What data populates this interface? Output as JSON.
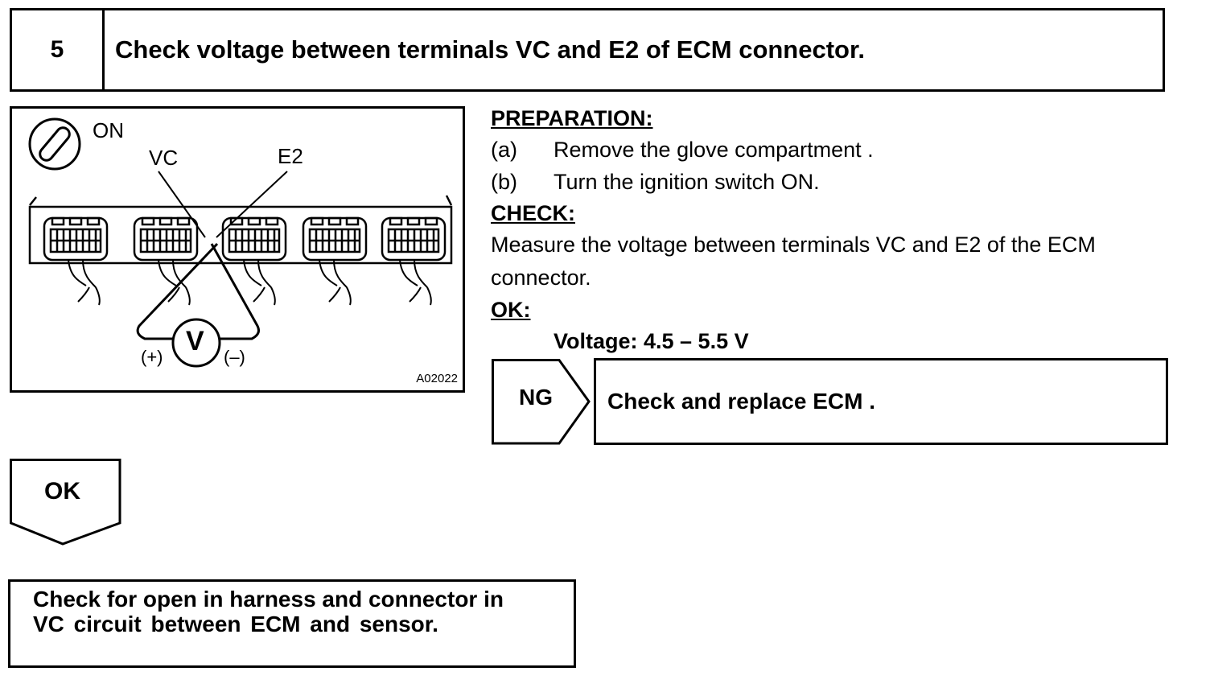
{
  "header": {
    "step_number": "5",
    "title": "Check voltage between terminals VC and E2 of ECM connector."
  },
  "diagram": {
    "ignition_label": "ON",
    "terminal_vc": "VC",
    "terminal_e2": "E2",
    "meter_symbol": "V",
    "positive_label": "(+)",
    "negative_label": "(–)",
    "figure_id": "A02022"
  },
  "procedure": {
    "preparation_heading": "PREPARATION:",
    "steps": [
      {
        "letter": "(a)",
        "text": "Remove the glove compartment ."
      },
      {
        "letter": "(b)",
        "text": "Turn the ignition switch ON."
      }
    ],
    "check_heading": "CHECK:",
    "check_text": "Measure the voltage between terminals VC and E2 of the ECM connector.",
    "ok_heading": "OK:",
    "ok_spec": "Voltage: 4.5 – 5.5 V"
  },
  "flow": {
    "ng_label": "NG",
    "ng_result": "Check and replace ECM .",
    "ok_label": "OK",
    "ok_result_line1": "Check for open in harness and connector in",
    "ok_result_line2": "VC  circuit  between  ECM  and  sensor."
  }
}
